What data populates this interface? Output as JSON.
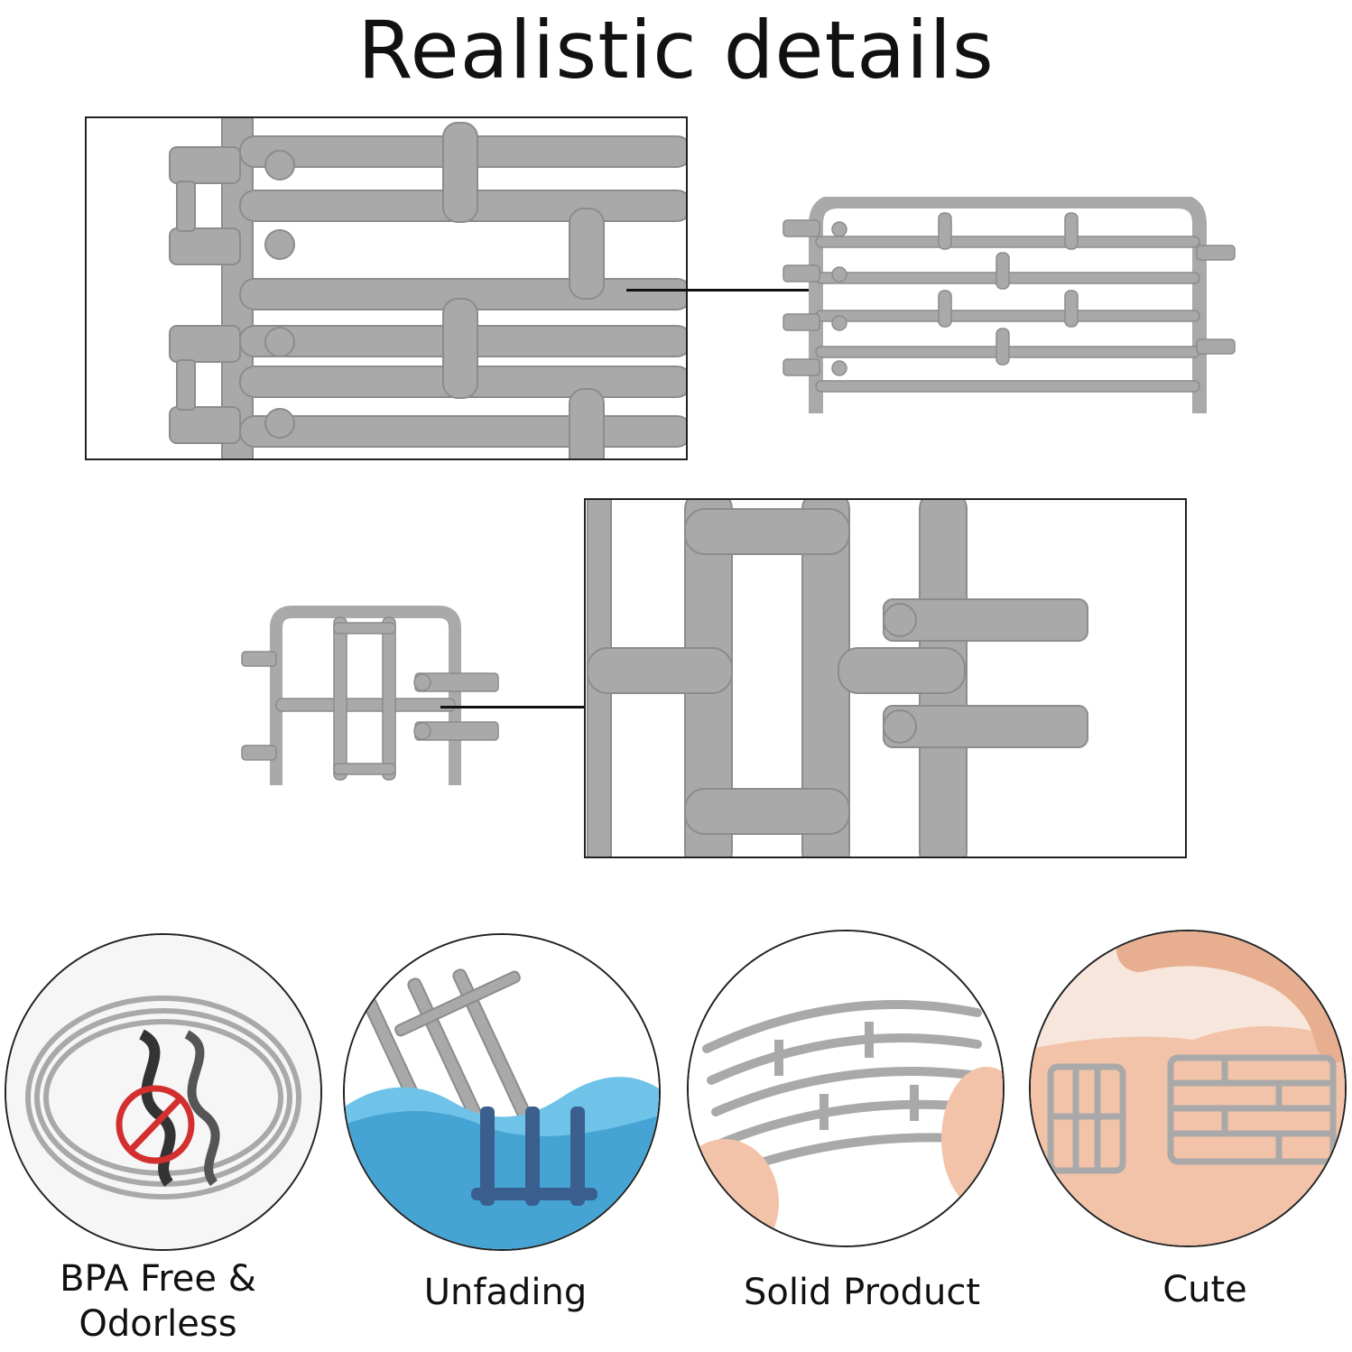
{
  "title": "Realistic details",
  "features": [
    {
      "label": "BPA Free &\nOdorless",
      "icon": "no-odor-icon"
    },
    {
      "label": "Unfading",
      "icon": "water-icon"
    },
    {
      "label": "Solid Product",
      "icon": "bend-icon"
    },
    {
      "label": "Cute",
      "icon": "hand-icon"
    }
  ],
  "colors": {
    "fence": "#a9a9a9",
    "fence_dark": "#8c8c8c",
    "water": "#6fc3e8",
    "water_dark": "#2b8fc7",
    "skin": "#f2c3a8",
    "prohibit": "#d32f2f"
  }
}
